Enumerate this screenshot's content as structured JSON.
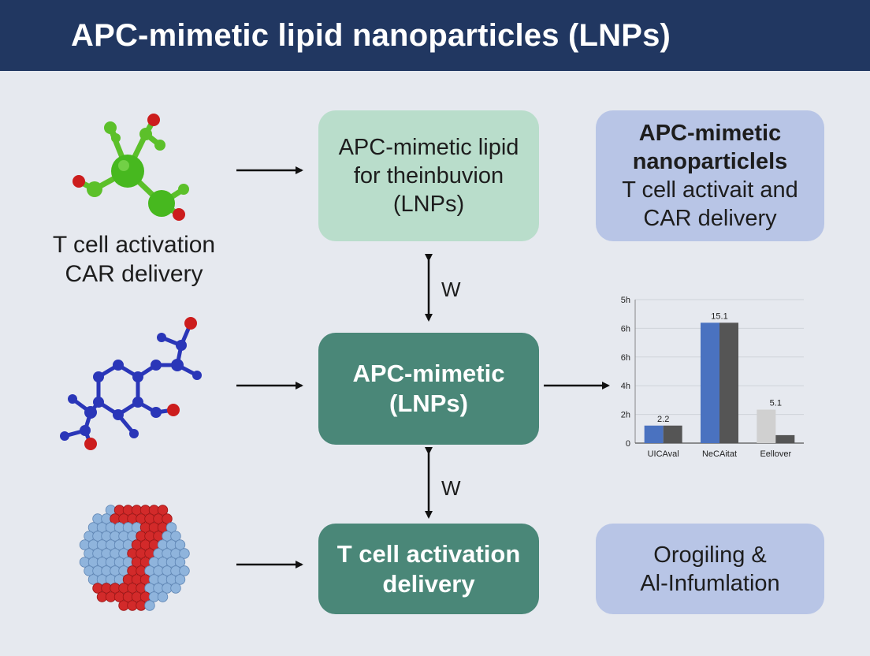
{
  "header": {
    "title": "APC-mimetic lipid nanoparticles (LNPs)"
  },
  "left_label": {
    "line1": "T cell activation",
    "line2": "CAR delivery"
  },
  "boxes": {
    "top_center": {
      "line1": "APC-mimetic lipid",
      "line2": "for  theinbuvion",
      "line3": "(LNPs)"
    },
    "top_right": {
      "line1": "APC-mimetic",
      "line2": "nanoparticlels",
      "line3": "T cell activait  and",
      "line4": "CAR delivery"
    },
    "middle_center": {
      "line1": "APC-mimetic",
      "line2": "(LNPs)"
    },
    "bottom_center": {
      "line1": "T cell activation",
      "line2": "delivery"
    },
    "bottom_right": {
      "line1": "Orogiling &",
      "line2": "Al-Infumlation"
    }
  },
  "connector_labels": {
    "upper": "W",
    "lower": "W"
  },
  "colors": {
    "header_bg": "#213761",
    "green_box": "#b9ddcb",
    "teal_box": "#4a8778",
    "blue_box": "#b8c5e6",
    "bar_blue": "#4a72c0",
    "bar_dark": "#555555",
    "bar_light": "#d0d0d0"
  },
  "chart_data": {
    "type": "bar",
    "categories": [
      "UICAval",
      "NeCAitat",
      "Eellover"
    ],
    "y_tick_labels": [
      "0",
      "2h",
      "4h",
      "6h",
      "6h",
      "5h"
    ],
    "ylim": [
      0,
      18
    ],
    "series": [
      {
        "values": [
          2.2,
          15.1,
          4.2
        ]
      },
      {
        "values": [
          2.2,
          15.1,
          1.0
        ]
      }
    ],
    "data_labels": [
      "2.2",
      "15.1",
      "5.1"
    ],
    "title": "",
    "xlabel": "",
    "ylabel": ""
  }
}
